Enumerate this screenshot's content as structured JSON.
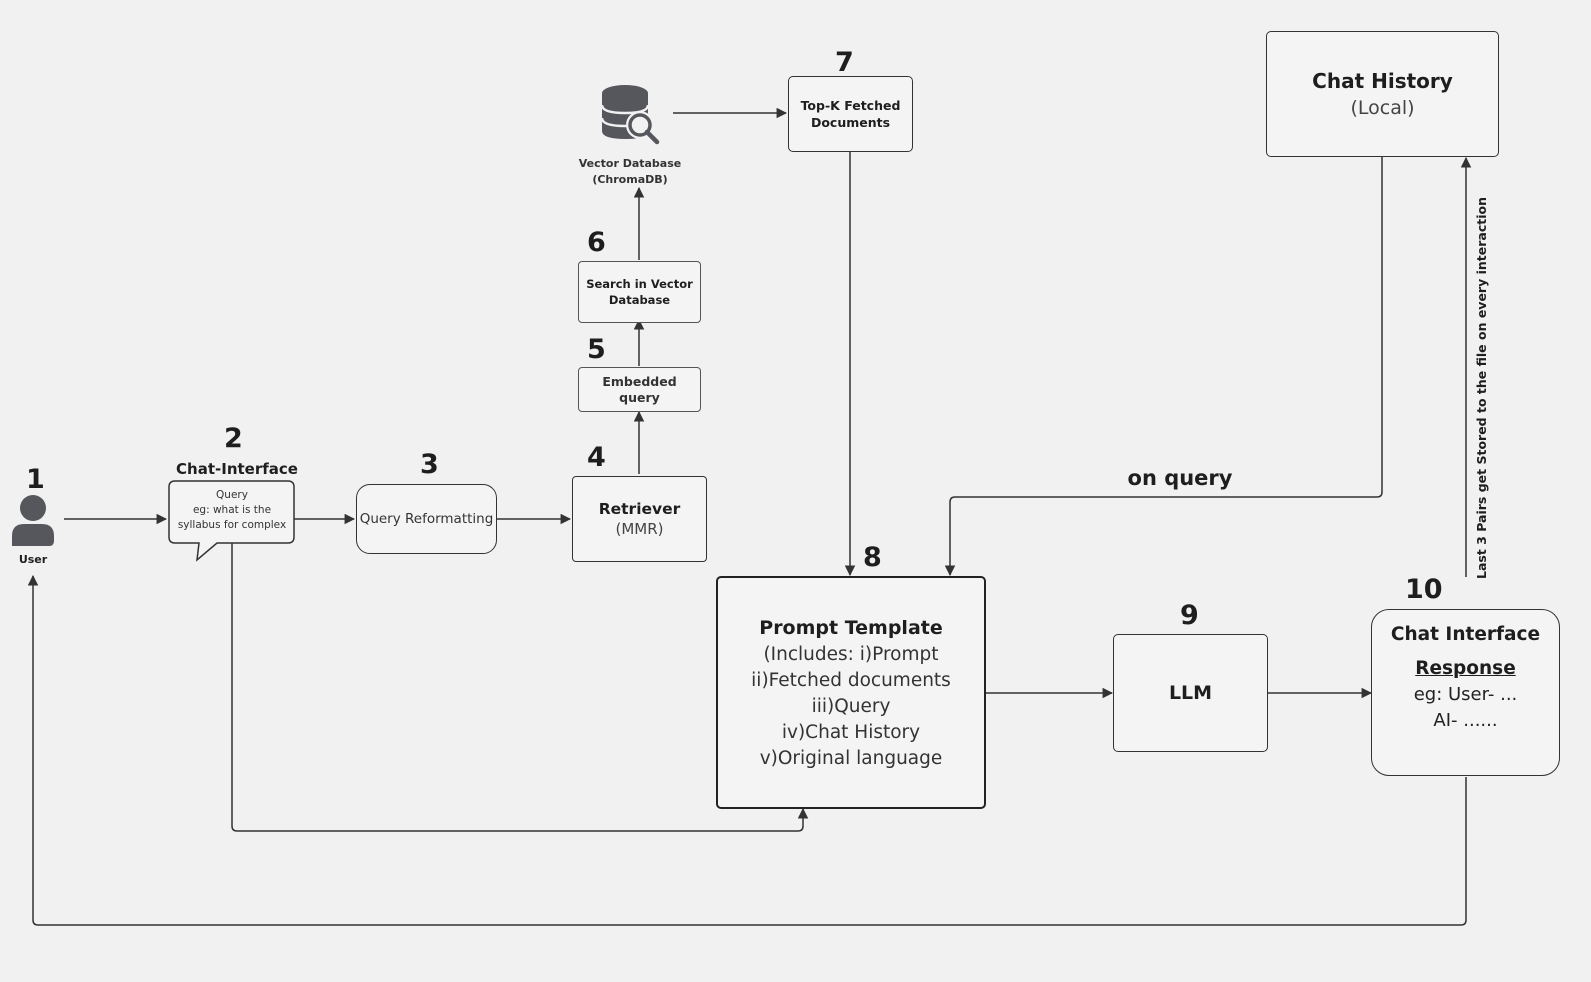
{
  "step_numbers": [
    "1",
    "2",
    "3",
    "4",
    "5",
    "6",
    "7",
    "8",
    "9",
    "10"
  ],
  "user": {
    "label": "User"
  },
  "chat_interface_input": {
    "title": "Chat-Interface",
    "bubble_line1": "Query",
    "bubble_line2": "eg: what is the",
    "bubble_line3": "syllabus for complex"
  },
  "query_reformatting": {
    "label": "Query Reformatting"
  },
  "retriever": {
    "title": "Retriever",
    "subtitle": "(MMR)"
  },
  "embedded_query": {
    "line1": "Embedded",
    "line2": "query"
  },
  "search_vector_db": {
    "line1": "Search in Vector",
    "line2": "Database"
  },
  "vector_database": {
    "line1": "Vector Database",
    "line2": "(ChromaDB)"
  },
  "top_k": {
    "line1": "Top-K Fetched",
    "line2": "Documents"
  },
  "prompt_template": {
    "title": "Prompt Template",
    "lines": [
      "(Includes: i)Prompt",
      "ii)Fetched documents",
      "iii)Query",
      "iv)Chat History",
      "v)Original language"
    ]
  },
  "llm": {
    "label": "LLM"
  },
  "chat_history": {
    "title": "Chat History",
    "subtitle": "(Local)"
  },
  "chat_interface_output": {
    "title": "Chat Interface",
    "response_label": "Response",
    "line1": "eg: User- ...",
    "line2": "AI- ......"
  },
  "edge_labels": {
    "on_query": "on query",
    "storage_note": "Last 3 Pairs get Stored to the file on every interaction"
  },
  "colors": {
    "background": "#f1f1f1",
    "stroke": "#333333",
    "icon": "#55575c"
  }
}
